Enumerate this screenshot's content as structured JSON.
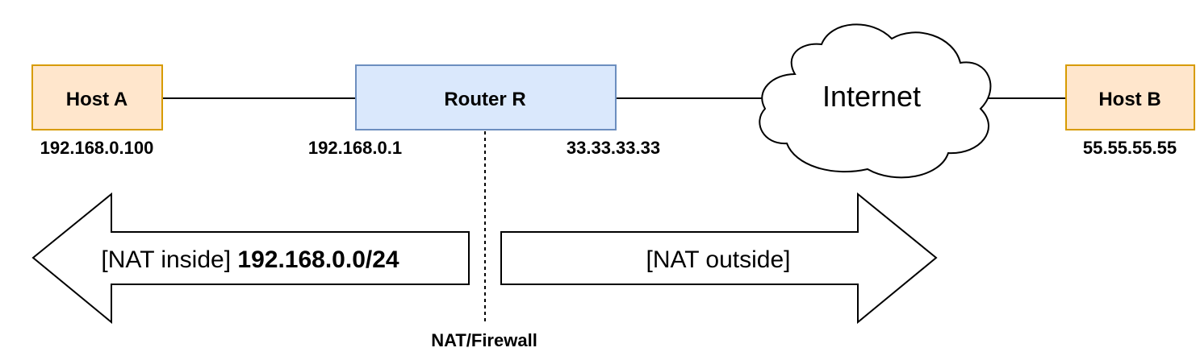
{
  "nodes": {
    "host_a": {
      "label": "Host A",
      "ip": "192.168.0.100"
    },
    "router": {
      "label": "Router R",
      "inside_ip": "192.168.0.1",
      "outside_ip": "33.33.33.33"
    },
    "internet": {
      "label": "Internet"
    },
    "host_b": {
      "label": "Host B",
      "ip": "55.55.55.55"
    }
  },
  "arrows": {
    "inside": {
      "prefix": "[NAT inside] ",
      "network": "192.168.0.0/24"
    },
    "outside": {
      "label": "[NAT outside]"
    }
  },
  "divider": {
    "label": "NAT/Firewall"
  },
  "colors": {
    "host_fill": "#ffe6cc",
    "host_stroke": "#d79b00",
    "router_fill": "#dae8fc",
    "router_stroke": "#6c8ebf",
    "line": "#000000"
  }
}
